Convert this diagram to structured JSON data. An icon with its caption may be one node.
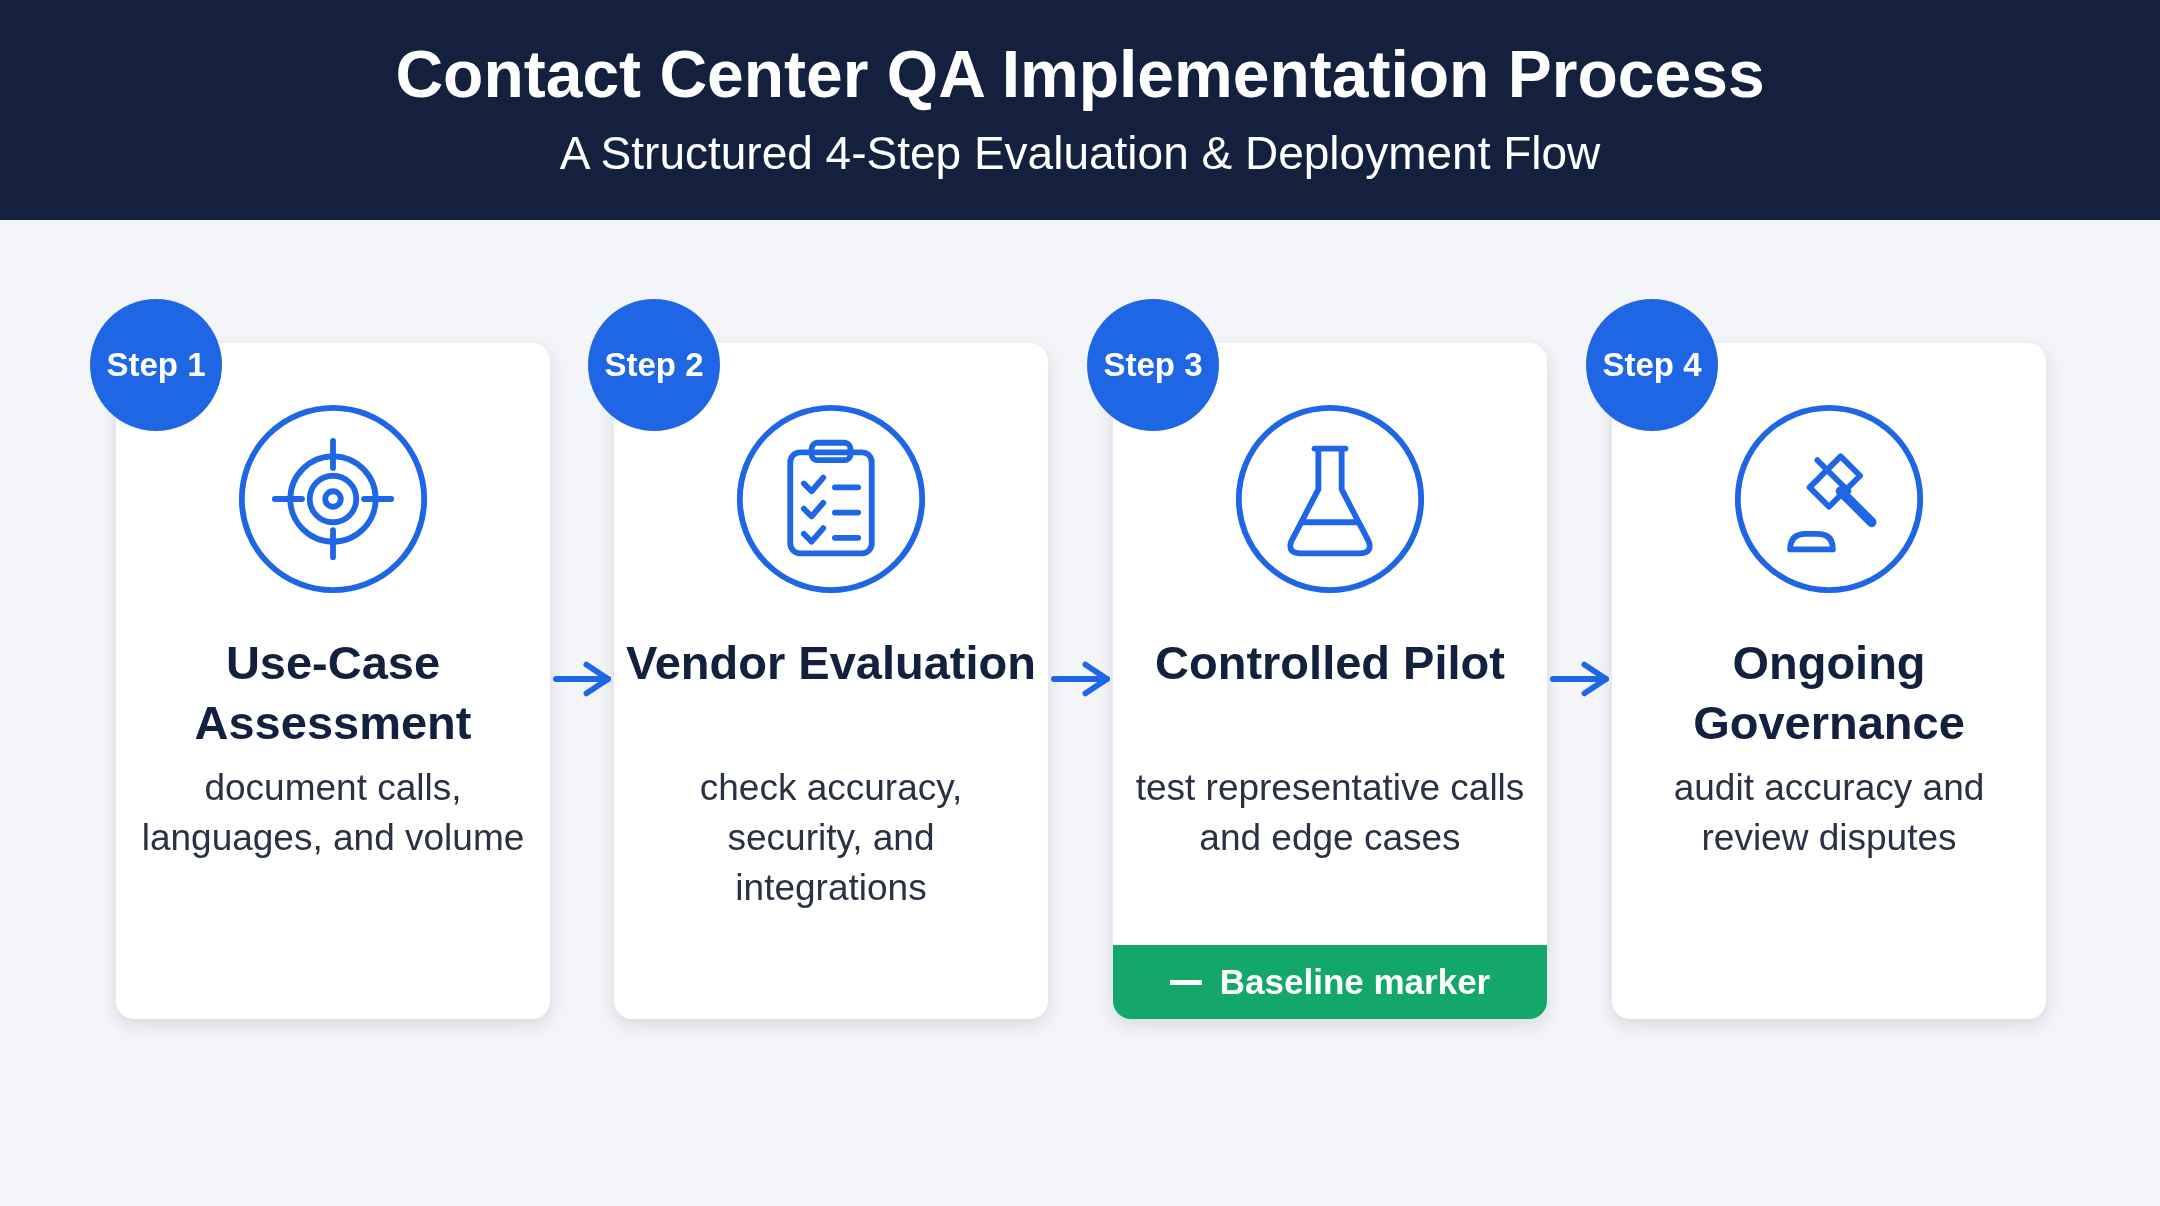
{
  "diagram": {
    "title": "Contact Center QA Implementation Process",
    "caption": "A Structured 4-Step Evaluation & Deployment Flow",
    "nodes": [
      {
        "text": [
          "Step 1"
        ]
      },
      {
        "text": [
          "Use-Case Assessment",
          "document calls, languages, and volume"
        ]
      },
      {
        "text": [
          "Step 2"
        ]
      },
      {
        "text": [
          "Vendor Evaluation",
          "check accuracy, security, and integrations"
        ]
      },
      {
        "text": [
          "Step 3"
        ]
      },
      {
        "text": [
          "Controlled Pilot",
          "test representative calls and edge cases"
        ]
      },
      {
        "text": [
          "Baseline marker"
        ],
        "in": 5
      },
      {
        "text": [
          "Step 4"
        ]
      },
      {
        "text": [
          "Ongoing Governance",
          "audit accuracy and review disputes"
        ]
      }
    ],
    "edges": [
      {
        "from": 1,
        "to": 3,
        "arrow": "to"
      },
      {
        "from": 3,
        "to": 5,
        "arrow": "to"
      },
      {
        "from": 5,
        "to": 8,
        "arrow": "to"
      }
    ]
  }
}
